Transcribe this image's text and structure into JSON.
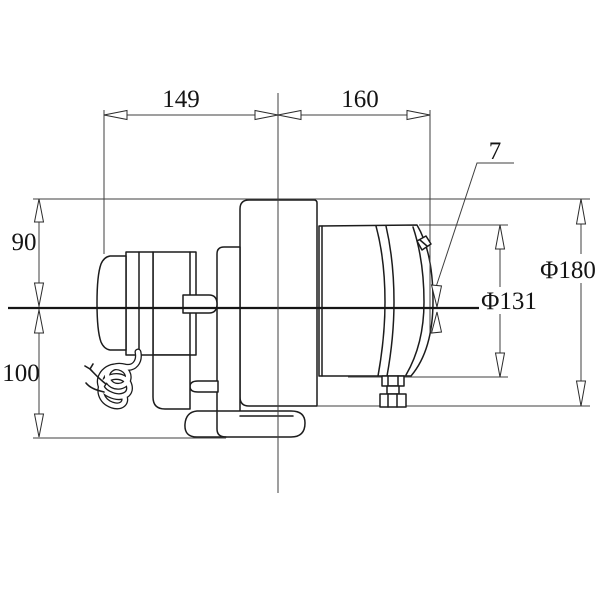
{
  "drawing": {
    "description": "Side-view engineering drawing of a winch/anchor motor assembly with dimension annotations",
    "dimensions": {
      "width_left": "149",
      "width_right": "160",
      "callout": "7",
      "height_upper": "90",
      "height_lower": "100",
      "dia_outer": "Φ180",
      "dia_body": "Φ131"
    },
    "colors": {
      "background": "#ffffff",
      "object_line": "#1c1c1c",
      "dimension_line": "#3f3f3f"
    }
  }
}
